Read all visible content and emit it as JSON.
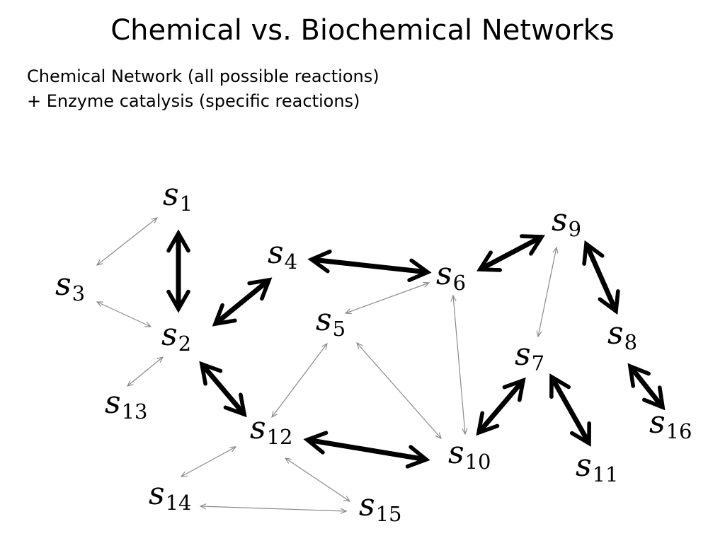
{
  "title": "Chemical vs. Biochemical Networks",
  "subtitle": {
    "line1": "Chemical Network (all possible reactions)",
    "line2": "+ Enzyme catalysis (specific reactions)"
  },
  "colors": {
    "thin_edge": "#8a8a8a",
    "thick_edge": "#000000",
    "text": "#000000"
  },
  "nodes": [
    {
      "id": "s1",
      "base": "s",
      "sub": "1"
    },
    {
      "id": "s2",
      "base": "s",
      "sub": "2"
    },
    {
      "id": "s3",
      "base": "s",
      "sub": "3"
    },
    {
      "id": "s4",
      "base": "s",
      "sub": "4"
    },
    {
      "id": "s5",
      "base": "s",
      "sub": "5"
    },
    {
      "id": "s6",
      "base": "s",
      "sub": "6"
    },
    {
      "id": "s7",
      "base": "s",
      "sub": "7"
    },
    {
      "id": "s8",
      "base": "s",
      "sub": "8"
    },
    {
      "id": "s9",
      "base": "s",
      "sub": "9"
    },
    {
      "id": "s10",
      "base": "s",
      "sub": "10"
    },
    {
      "id": "s11",
      "base": "s",
      "sub": "11"
    },
    {
      "id": "s12",
      "base": "s",
      "sub": "12"
    },
    {
      "id": "s13",
      "base": "s",
      "sub": "13"
    },
    {
      "id": "s14",
      "base": "s",
      "sub": "14"
    },
    {
      "id": "s15",
      "base": "s",
      "sub": "15"
    },
    {
      "id": "s16",
      "base": "s",
      "sub": "16"
    }
  ],
  "edges": [
    {
      "from": "s1",
      "to": "s2",
      "type": "thick"
    },
    {
      "from": "s2",
      "to": "s4",
      "type": "thick"
    },
    {
      "from": "s4",
      "to": "s6",
      "type": "thick"
    },
    {
      "from": "s6",
      "to": "s9",
      "type": "thick"
    },
    {
      "from": "s9",
      "to": "s8",
      "type": "thick"
    },
    {
      "from": "s8",
      "to": "s16",
      "type": "thick"
    },
    {
      "from": "s2",
      "to": "s12",
      "type": "thick"
    },
    {
      "from": "s12",
      "to": "s10",
      "type": "thick"
    },
    {
      "from": "s10",
      "to": "s7",
      "type": "thick"
    },
    {
      "from": "s7",
      "to": "s11",
      "type": "thick"
    },
    {
      "from": "s1",
      "to": "s3",
      "type": "thin"
    },
    {
      "from": "s3",
      "to": "s2",
      "type": "thin"
    },
    {
      "from": "s2",
      "to": "s13",
      "type": "thin"
    },
    {
      "from": "s5",
      "to": "s6",
      "type": "thin"
    },
    {
      "from": "s5",
      "to": "s12",
      "type": "thin"
    },
    {
      "from": "s5",
      "to": "s10",
      "type": "thin"
    },
    {
      "from": "s6",
      "to": "s10",
      "type": "thin"
    },
    {
      "from": "s9",
      "to": "s7",
      "type": "thin"
    },
    {
      "from": "s12",
      "to": "s14",
      "type": "thin"
    },
    {
      "from": "s12",
      "to": "s15",
      "type": "thin"
    },
    {
      "from": "s14",
      "to": "s15",
      "type": "thin"
    }
  ]
}
